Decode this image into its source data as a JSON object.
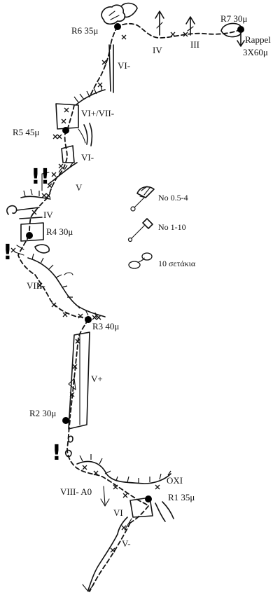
{
  "anchors": [
    {
      "id": "R1",
      "label": "R1 35μ"
    },
    {
      "id": "R2",
      "label": "R2 30μ"
    },
    {
      "id": "R3",
      "label": "R3 40μ"
    },
    {
      "id": "R4",
      "label": "R4 30μ"
    },
    {
      "id": "R5",
      "label": "R5 45μ"
    },
    {
      "id": "R6",
      "label": "R6 35μ"
    },
    {
      "id": "R7",
      "label": "R7 30μ"
    }
  ],
  "grades": {
    "top_iv": "IV",
    "top_iii": "III",
    "p6": "VI-",
    "p5": "VI+/VII-",
    "p4_vi": "VI-",
    "p4_v": "V",
    "p4_iv": "IV",
    "p3": "VIII-",
    "p2": "V+",
    "p1_viii": "VIII- A0",
    "p1_oxi": "OXI",
    "p1_vi": "VI",
    "start": "V-"
  },
  "rappel": {
    "line1": "Rappel",
    "line2": "3X60μ"
  },
  "warnings": {
    "double": "!!",
    "single_upper": "!",
    "single_lower": "!"
  },
  "gear": [
    {
      "icon": "cam-icon",
      "label": "No 0.5-4"
    },
    {
      "icon": "nut-icon",
      "label": "No 1-10"
    },
    {
      "icon": "sling-icon",
      "label": "10 σετάκια"
    }
  ]
}
